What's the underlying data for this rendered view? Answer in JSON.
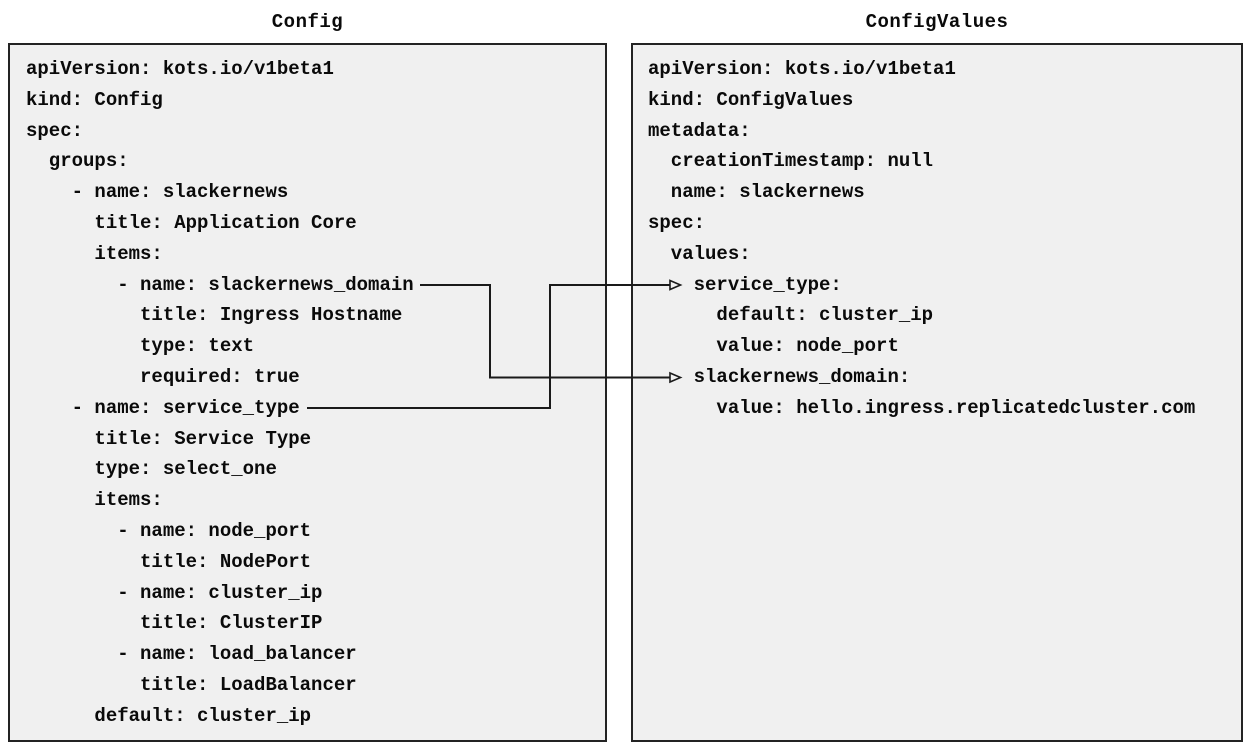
{
  "colors": {
    "box_fill": "#f0f0f0",
    "box_border": "#232323",
    "text": "#0a0a0a",
    "arrow": "#1a1a1a",
    "page_bg": "#ffffff"
  },
  "left_panel": {
    "title": "Config",
    "code_lines": [
      "apiVersion: kots.io/v1beta1",
      "kind: Config",
      "spec:",
      "  groups:",
      "    - name: slackernews",
      "      title: Application Core",
      "      items:",
      "        - name: slackernews_domain",
      "          title: Ingress Hostname",
      "          type: text",
      "          required: true",
      "    - name: service_type",
      "      title: Service Type",
      "      type: select_one",
      "      items:",
      "        - name: node_port",
      "          title: NodePort",
      "        - name: cluster_ip",
      "          title: ClusterIP",
      "        - name: load_balancer",
      "          title: LoadBalancer",
      "      default: cluster_ip"
    ]
  },
  "right_panel": {
    "title": "ConfigValues",
    "code_lines": [
      "apiVersion: kots.io/v1beta1",
      "kind: ConfigValues",
      "metadata:",
      "  creationTimestamp: null",
      "  name: slackernews",
      "spec:",
      "  values:",
      "    service_type:",
      "      default: cluster_ip",
      "      value: node_port",
      "    slackernews_domain:",
      "      value: hello.ingress.replicatedcluster.com"
    ]
  },
  "mappings": [
    {
      "from_file": "Config",
      "from_field": "slackernews_domain",
      "to_file": "ConfigValues",
      "to_field": "slackernews_domain"
    },
    {
      "from_file": "Config",
      "from_field": "service_type",
      "to_file": "ConfigValues",
      "to_field": "service_type"
    }
  ]
}
